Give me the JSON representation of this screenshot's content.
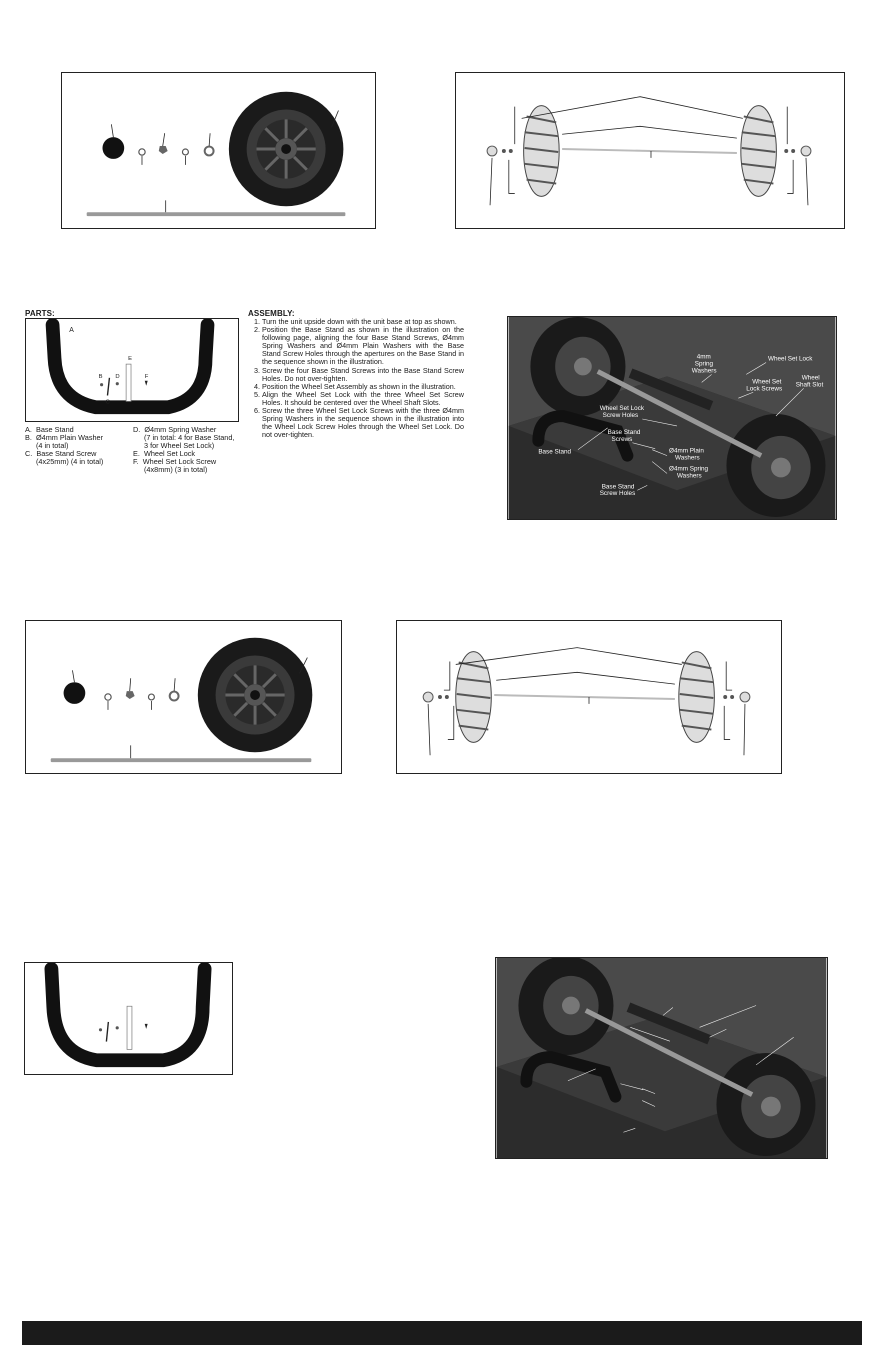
{
  "parts_heading": "PARTS:",
  "assembly_heading": "ASSEMBLY:",
  "part_letters": {
    "a": "A",
    "b": "B",
    "c": "C",
    "d": "D",
    "e": "E",
    "f": "F"
  },
  "parts_list": [
    {
      "letter": "A.",
      "text": "Base Stand"
    },
    {
      "letter": "B.",
      "text": "Ø4mm Plain Washer",
      "text2": "(4 in total)"
    },
    {
      "letter": "C.",
      "text": "Base Stand Screw",
      "text2": "(4x25mm) (4 in total)"
    },
    {
      "letter": "D.",
      "text": "Ø4mm Spring Washer",
      "text2": "(7 in total: 4 for Base Stand,",
      "text3": "3 for Wheel Set Lock)"
    },
    {
      "letter": "E.",
      "text": "Wheel Set Lock"
    },
    {
      "letter": "F.",
      "text": "Wheel Set Lock Screw",
      "text2": "(4x8mm) (3 in total)"
    }
  ],
  "assembly_steps": [
    "Turn the unit upside down with the unit base at top as shown.",
    "Position the Base Stand as shown in the illustration on the following page, aligning the four Base Stand Screws, Ø4mm Spring Washers and Ø4mm Plain Washers with the Base Stand Screw Holes through the apertures on the Base Stand in the sequence shown in the illustration.",
    "Screw the four Base Stand Screws into the Base Stand Screw Holes. Do not over-tighten.",
    "Position the Wheel Set Assembly as shown in the illustration.",
    "Align the Wheel Set Lock with the three Wheel Set Screw Holes. It should be centered over the Wheel Shaft Slots.",
    "Screw the three Wheel Set Lock Screws with the three Ø4mm Spring Washers in the sequence shown in the illustration into the Wheel Lock Screw Holes through the Wheel Set Lock. Do not over-tighten."
  ],
  "callouts": {
    "spring_washers_4mm": "4mm",
    "spring_washers_4mm_2": "Spring",
    "spring_washers_4mm_3": "Washers",
    "wheel_set_lock": "Wheel Set Lock",
    "wheel_set_lock_screws": "Wheel Set",
    "wheel_set_lock_screws_2": "Lock Screws",
    "wheel_shaft_slot": "Wheel",
    "wheel_shaft_slot_2": "Shaft Slot",
    "wheel_set_lock_screw_holes": "Wheel Set Lock",
    "wheel_set_lock_screw_holes_2": "Screw Holes",
    "base_stand_screws": "Base Stand",
    "base_stand_screws_2": "Screws",
    "plain_washers": "Ø4mm Plain",
    "plain_washers_2": "Washers",
    "base_stand": "Base Stand",
    "spring_washers": "Ø4mm Spring",
    "spring_washers_2": "Washers",
    "base_stand_screw_holes": "Base Stand",
    "base_stand_screw_holes_2": "Screw Holes"
  },
  "colors": {
    "panel_border": "#222222",
    "photo_bg": "#2f2f2f",
    "footer": "#1b1b1b"
  }
}
